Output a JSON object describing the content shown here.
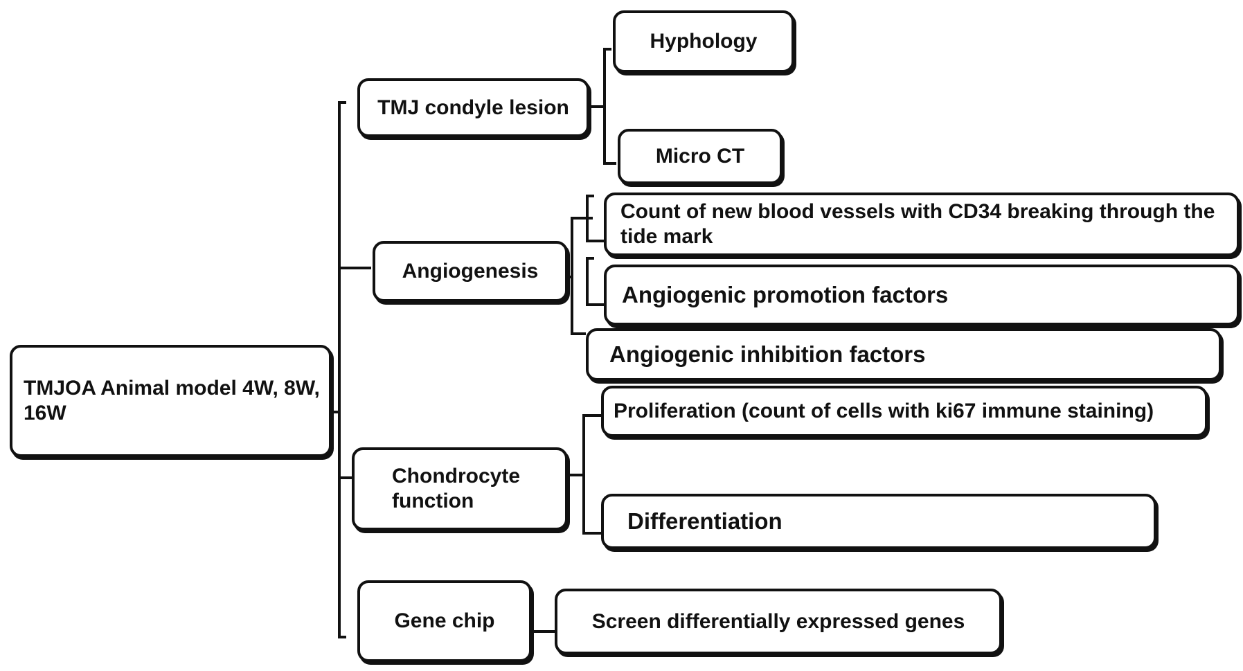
{
  "root": {
    "label": "TMJOA Animal model 4W, 8W, 16W"
  },
  "branches": [
    {
      "label": "TMJ condyle lesion",
      "children": [
        "Hyphology",
        "Micro CT"
      ]
    },
    {
      "label": "Angiogenesis",
      "children": [
        "Count of new blood vessels with CD34 breaking through the tide mark",
        "Angiogenic promotion factors",
        "Angiogenic inhibition factors"
      ]
    },
    {
      "label": "Chondrocyte function",
      "children": [
        "Proliferation (count of cells with ki67 immune staining)",
        "Differentiation"
      ]
    },
    {
      "label": "Gene chip",
      "children": [
        "Screen differentially expressed genes"
      ]
    }
  ],
  "colors": {
    "stroke": "#111111",
    "background": "#ffffff"
  }
}
